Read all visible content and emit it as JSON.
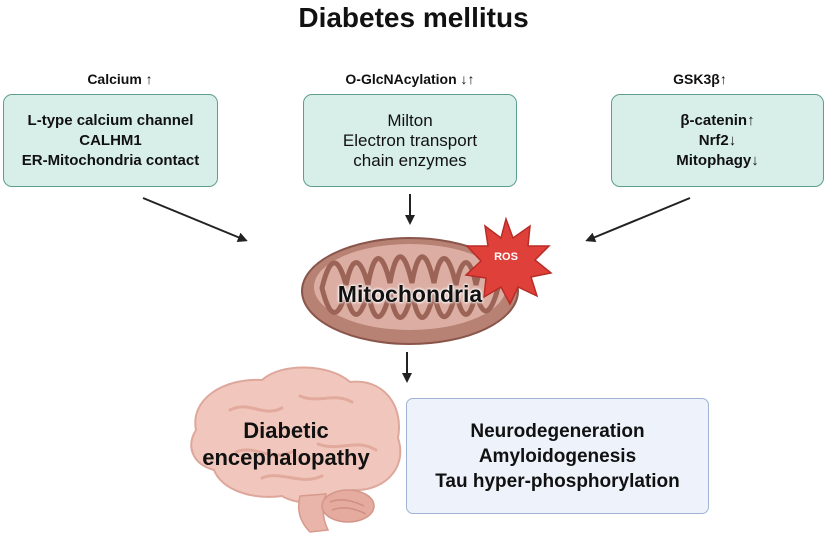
{
  "title": "Diabetes mellitus",
  "left": {
    "header": "Calcium ↑",
    "items": [
      "L-type calcium channel",
      "CALHM1",
      "ER-Mitochondria contact"
    ]
  },
  "middle": {
    "header": "O-GlcNAcylation ↓↑",
    "items": [
      "Milton",
      "Electron transport",
      "chain enzymes"
    ]
  },
  "right": {
    "header": "GSK3β↑",
    "items": [
      "β-catenin↑",
      "Nrf2↓",
      "Mitophagy↓"
    ]
  },
  "center": {
    "mito_label": "Mitochondria",
    "ros_label": "ROS"
  },
  "brain_label": [
    "Diabetic",
    "encephalopathy"
  ],
  "outcomes": [
    "Neurodegeneration",
    "Amyloidogenesis",
    "Tau hyper-phosphorylation"
  ],
  "colors": {
    "box_fill": "#d8efe9",
    "box_border": "#5f9e8c",
    "outcome_fill": "#edf2fb",
    "outcome_border": "#9fb3d6",
    "mito_fill": "#c9a095",
    "ros_fill": "#e0403a",
    "brain_fill": "#f1c7bd"
  }
}
